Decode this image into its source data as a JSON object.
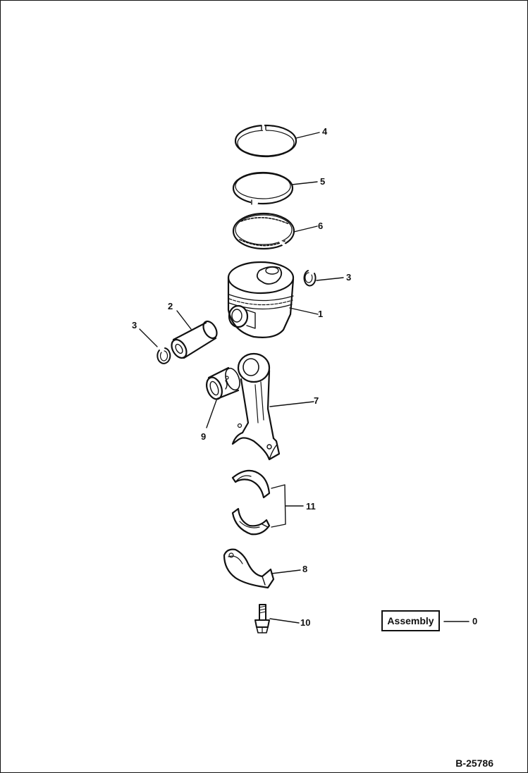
{
  "figure_id": "B-25786",
  "assembly_label": "Assembly",
  "callouts": {
    "c0": "0",
    "c1": "1",
    "c2": "2",
    "c3_left": "3",
    "c3_right": "3",
    "c4": "4",
    "c5": "5",
    "c6": "6",
    "c7": "7",
    "c8": "8",
    "c9": "9",
    "c10": "10",
    "c11": "11"
  }
}
